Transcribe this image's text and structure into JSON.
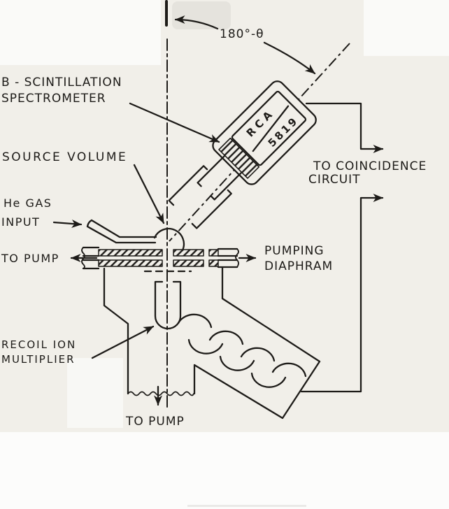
{
  "figure": {
    "angle_label": "180°-θ",
    "labels": {
      "spectrometer_line1": "B - SCINTILLATION",
      "spectrometer_line2": "SPECTROMETER",
      "source_volume": "SOURCE VOLUME",
      "he_gas_line1": "He GAS",
      "he_gas_line2": "INPUT",
      "to_pump_left": "TO PUMP",
      "pumping_line1": "PUMPING",
      "pumping_line2": "DIAPHRAM",
      "recoil_line1": "RECOIL ION",
      "recoil_line2": "MULTIPLIER",
      "to_pump_bottom": "TO PUMP",
      "coincidence_line1": "TO COINCIDENCE",
      "coincidence_line2": "CIRCUIT"
    },
    "pmt": {
      "brand": "RCA",
      "model": "5819"
    },
    "colors": {
      "ink": "#1d1b18",
      "paper": "#f1efe9"
    }
  }
}
